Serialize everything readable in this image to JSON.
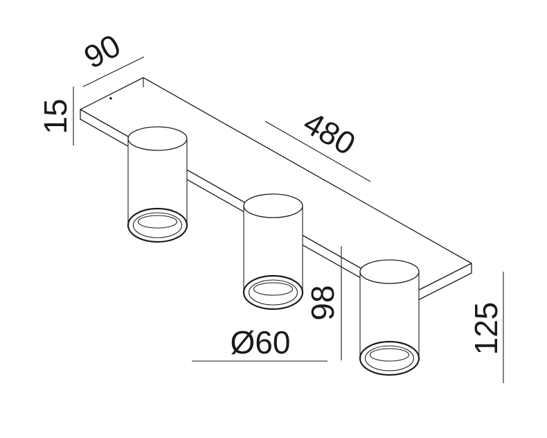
{
  "dimensions": {
    "width_90": "90",
    "height_15": "15",
    "length_480": "480",
    "diameter_60": "Ø60",
    "spot_height_98": "98",
    "total_height_125": "125"
  },
  "spotlight_count": 3,
  "colors": {
    "line": "#1a1a1a",
    "background": "#ffffff"
  }
}
